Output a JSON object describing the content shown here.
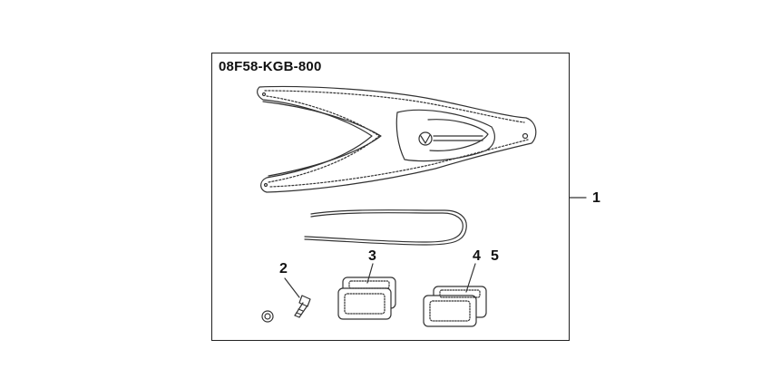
{
  "diagram": {
    "part_number": "08F58-KGB-800",
    "callouts": {
      "c1": "1",
      "c2": "2",
      "c3": "3",
      "c4": "4",
      "c5": "5"
    }
  }
}
